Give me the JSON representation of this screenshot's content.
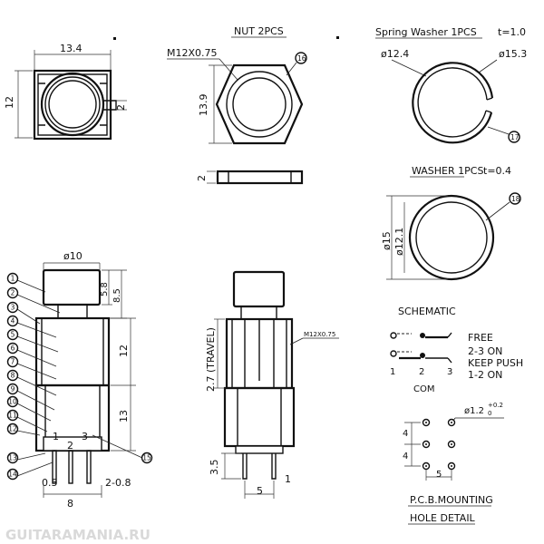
{
  "top_view": {
    "width": "13.4",
    "height": "12",
    "tab": "2"
  },
  "nut": {
    "title": "NUT 2PCS",
    "thread": "M12X0.75",
    "height": "13.9",
    "thickness": "2",
    "callout": "16"
  },
  "spring_washer": {
    "title": "Spring Washer 1PCS",
    "t": "t=1.0",
    "inner": "ø12.4",
    "outer": "ø15.3",
    "callout": "17"
  },
  "washer": {
    "title": "WASHER 1PCS",
    "t": "t=0.4",
    "outer": "ø15",
    "inner": "ø12.1",
    "callout": "18"
  },
  "side_view": {
    "cap_dia": "ø10",
    "cap_h": "5.8",
    "cap_total": "8.5",
    "body_upper": "12",
    "body_lower": "13",
    "pin_labels": [
      "1",
      "2",
      "3"
    ],
    "pin_width": "0.5",
    "pin_pitch": "2-0.8",
    "base_width": "8",
    "callouts": [
      "1",
      "2",
      "3",
      "4",
      "5",
      "6",
      "7",
      "8",
      "9",
      "10",
      "11",
      "12",
      "13",
      "14",
      "15"
    ]
  },
  "front_view": {
    "travel": "2.7 (TRAVEL)",
    "thread": "M12X0.75",
    "pin_len": "3.5",
    "pitch": "5",
    "pin_w": "1"
  },
  "schematic": {
    "title": "SCHEMATIC",
    "free": "FREE",
    "line1": "2-3  ON",
    "keep": "KEEP PUSH",
    "line2": "1-2  ON",
    "pins": [
      "1",
      "2",
      "3"
    ],
    "com": "COM"
  },
  "pcb": {
    "hole": "ø1.2",
    "tol_plus": "+0.2",
    "tol_minus": "0",
    "pitch_v1": "4",
    "pitch_v2": "4",
    "pitch_h": "5",
    "title1": "P.C.B.MOUNTING",
    "title2": "HOLE  DETAIL"
  },
  "watermark": "GUITARAMANIA.RU"
}
